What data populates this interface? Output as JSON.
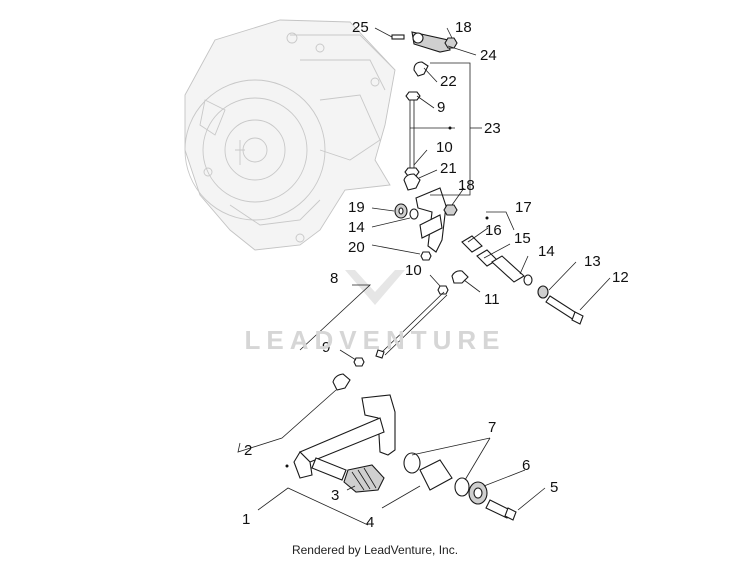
{
  "watermark_text": "LEADVENTURE",
  "credit": "Rendered by LeadVenture, Inc.",
  "callouts": [
    "25",
    "18",
    "24",
    "22",
    "9",
    "23",
    "10",
    "21",
    "18",
    "17",
    "19",
    "14",
    "16",
    "15",
    "14",
    "13",
    "12",
    "20",
    "10",
    "8",
    "11",
    "9",
    "7",
    "2",
    "6",
    "3",
    "5",
    "1",
    "4"
  ]
}
